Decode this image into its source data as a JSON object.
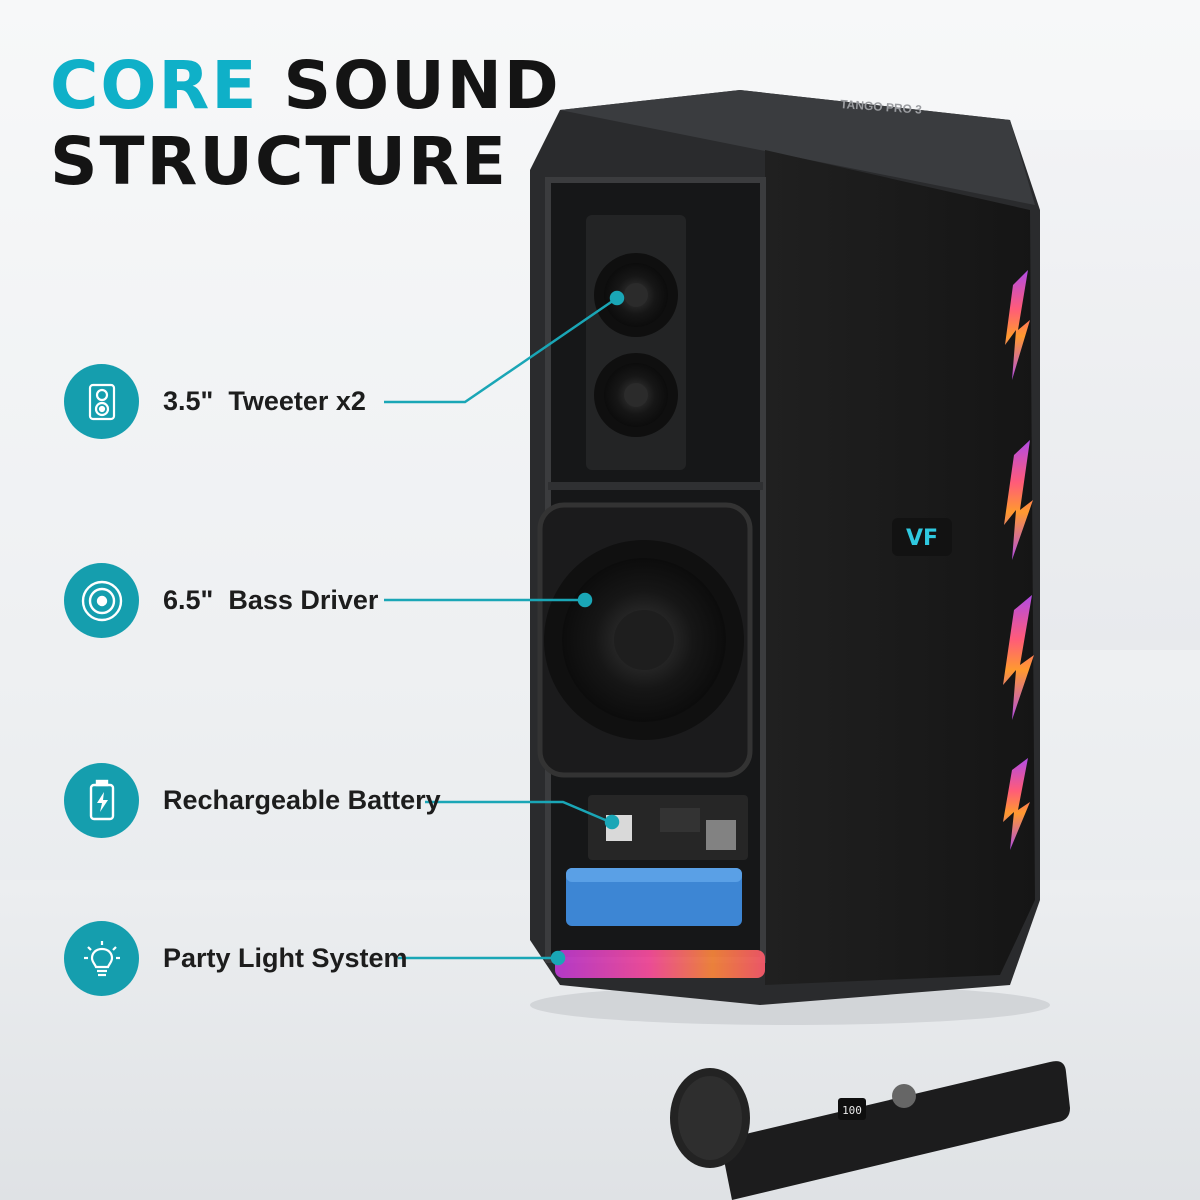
{
  "title": {
    "accent": "CORE",
    "rest_line1": "SOUND",
    "line2": "STRUCTURE"
  },
  "features": [
    {
      "label": "3.5\"  Tweeter x2",
      "icon": "speaker-icon"
    },
    {
      "label": "6.5\"  Bass Driver",
      "icon": "woofer-icon"
    },
    {
      "label": "Rechargeable Battery",
      "icon": "battery-icon"
    },
    {
      "label": "Party Light System",
      "icon": "lightbulb-icon"
    }
  ],
  "product": {
    "model": "TANGO PRO 3",
    "logo": "VF"
  },
  "microphone": {
    "display": "100"
  },
  "colors": {
    "accent": "#0fb0c8",
    "badge": "#159eae",
    "title": "#141414",
    "battery": "#3d86d4"
  }
}
